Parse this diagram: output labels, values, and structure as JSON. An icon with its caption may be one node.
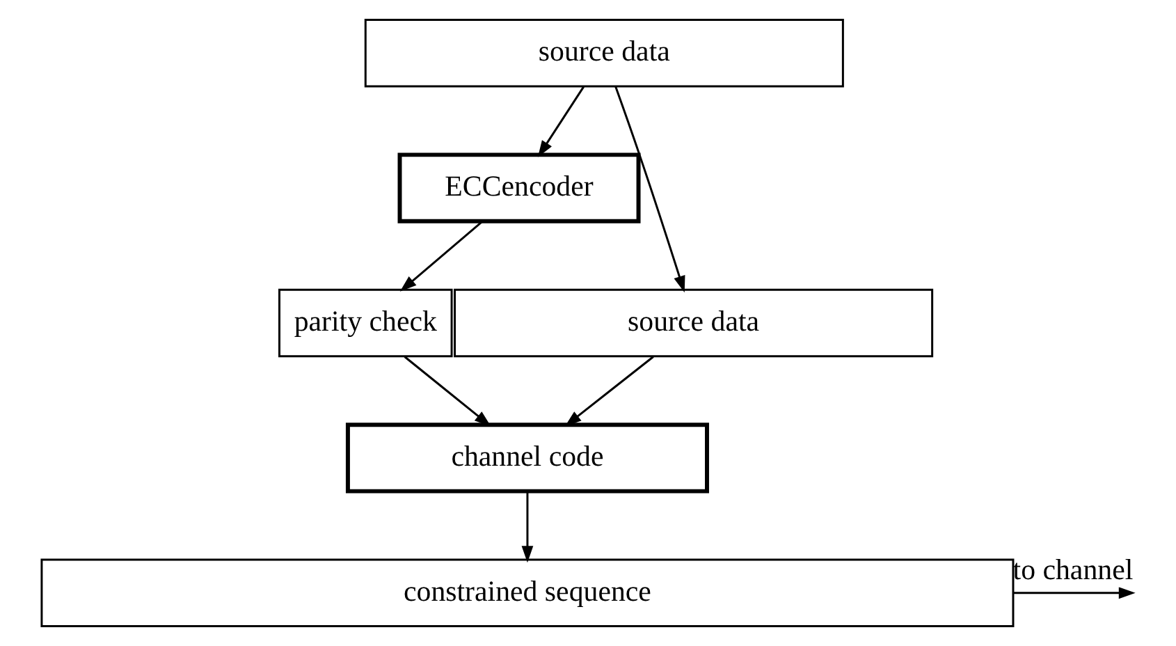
{
  "diagram": {
    "nodes": [
      {
        "text": [
          "source data"
        ]
      },
      {
        "text": [
          "ECCencoder"
        ]
      },
      {
        "text": [
          "source data"
        ]
      },
      {
        "text": [
          "parity check"
        ]
      },
      {
        "text": [
          "channel code"
        ]
      },
      {
        "text": [
          "constrained sequence"
        ]
      }
    ],
    "edges": [
      {
        "from": 0,
        "to": 1,
        "arrow": "to"
      },
      {
        "from": 0,
        "to": 2,
        "arrow": "to"
      },
      {
        "from": 1,
        "to": 3,
        "arrow": "to"
      },
      {
        "from": 2,
        "to": 4,
        "arrow": "to"
      },
      {
        "from": 3,
        "to": 4,
        "arrow": "to"
      },
      {
        "from": 4,
        "to": 5,
        "arrow": "to"
      },
      {
        "from": 5,
        "to": null,
        "arrow": "to",
        "label": "to channel"
      }
    ]
  }
}
